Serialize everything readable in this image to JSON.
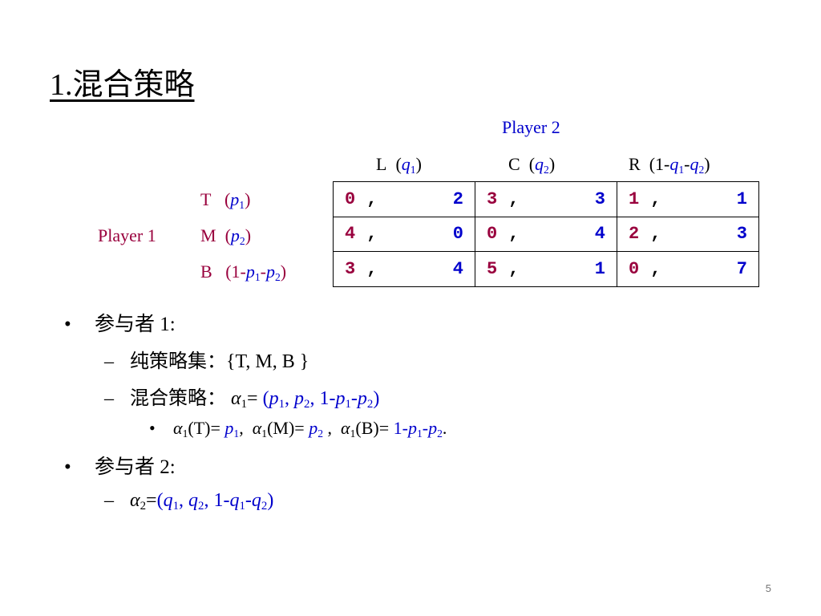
{
  "slide": {
    "title": "1.混合策略",
    "page_number": "5"
  },
  "matrix": {
    "player2_label": "Player 2",
    "player1_label": "Player 1",
    "columns": [
      {
        "label": "L",
        "prob": "(q1)"
      },
      {
        "label": "C",
        "prob": "(q2)"
      },
      {
        "label": "R",
        "prob": "(1-q1-q2)"
      }
    ],
    "rows": [
      {
        "label": "T",
        "prob": "(p1)"
      },
      {
        "label": "M",
        "prob": "(p2)"
      },
      {
        "label": "B",
        "prob": "(1-p1-p2)"
      }
    ],
    "payoffs": [
      [
        [
          "0",
          "2"
        ],
        [
          "3",
          "3"
        ],
        [
          "1",
          "1"
        ]
      ],
      [
        [
          "4",
          "0"
        ],
        [
          "0",
          "4"
        ],
        [
          "2",
          "3"
        ]
      ],
      [
        [
          "3",
          "4"
        ],
        [
          "5",
          "1"
        ],
        [
          "0",
          "7"
        ]
      ]
    ],
    "separator": ","
  },
  "bullets": {
    "player1_heading": "参与者 1:",
    "pure_strategy_label": "纯策略集：",
    "pure_strategy_set": "{T, M, B }",
    "mixed_strategy_label": "混合策略：",
    "mixed_strategy_expr": "α1= (p1, p2, 1-p1-p2)",
    "mixed_components": "α1(T)= p1, α1(M)= p2 , α1(B)= 1-p1-p2.",
    "player2_heading": "参与者 2:",
    "player2_mixed": "α2=(q1, q2, 1-q1-q2)"
  },
  "colors": {
    "player1_payoff": "#99003d",
    "player2_payoff": "#0000cc",
    "probability_text": "#0000cc"
  }
}
